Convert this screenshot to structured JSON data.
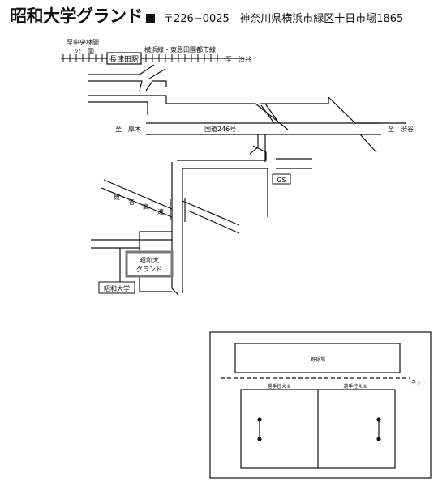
{
  "header": {
    "title": "昭和大学グランド",
    "postal": "〒226−0025",
    "address": "神奈川県横浜市緑区十日市場1865"
  },
  "map": {
    "station_left": "至中央林間",
    "station_left_2": "公　園",
    "station_name": "長津田駅",
    "rail_line": "横浜線・東急田園都市線",
    "rail_right": "至　渋谷",
    "route_left": "至　厚木",
    "route_name": "国道246号",
    "route_right": "至　渋谷",
    "gs": "GS",
    "expressway": [
      "東",
      "名",
      "高",
      "速"
    ],
    "ground_line1": "昭和大",
    "ground_line2": "グランド",
    "univ": "昭和大学"
  },
  "layout_diagram": {
    "baseball": "野球場",
    "net": "ネット",
    "bench1": "選手控え①",
    "bench2": "選手控え②"
  }
}
